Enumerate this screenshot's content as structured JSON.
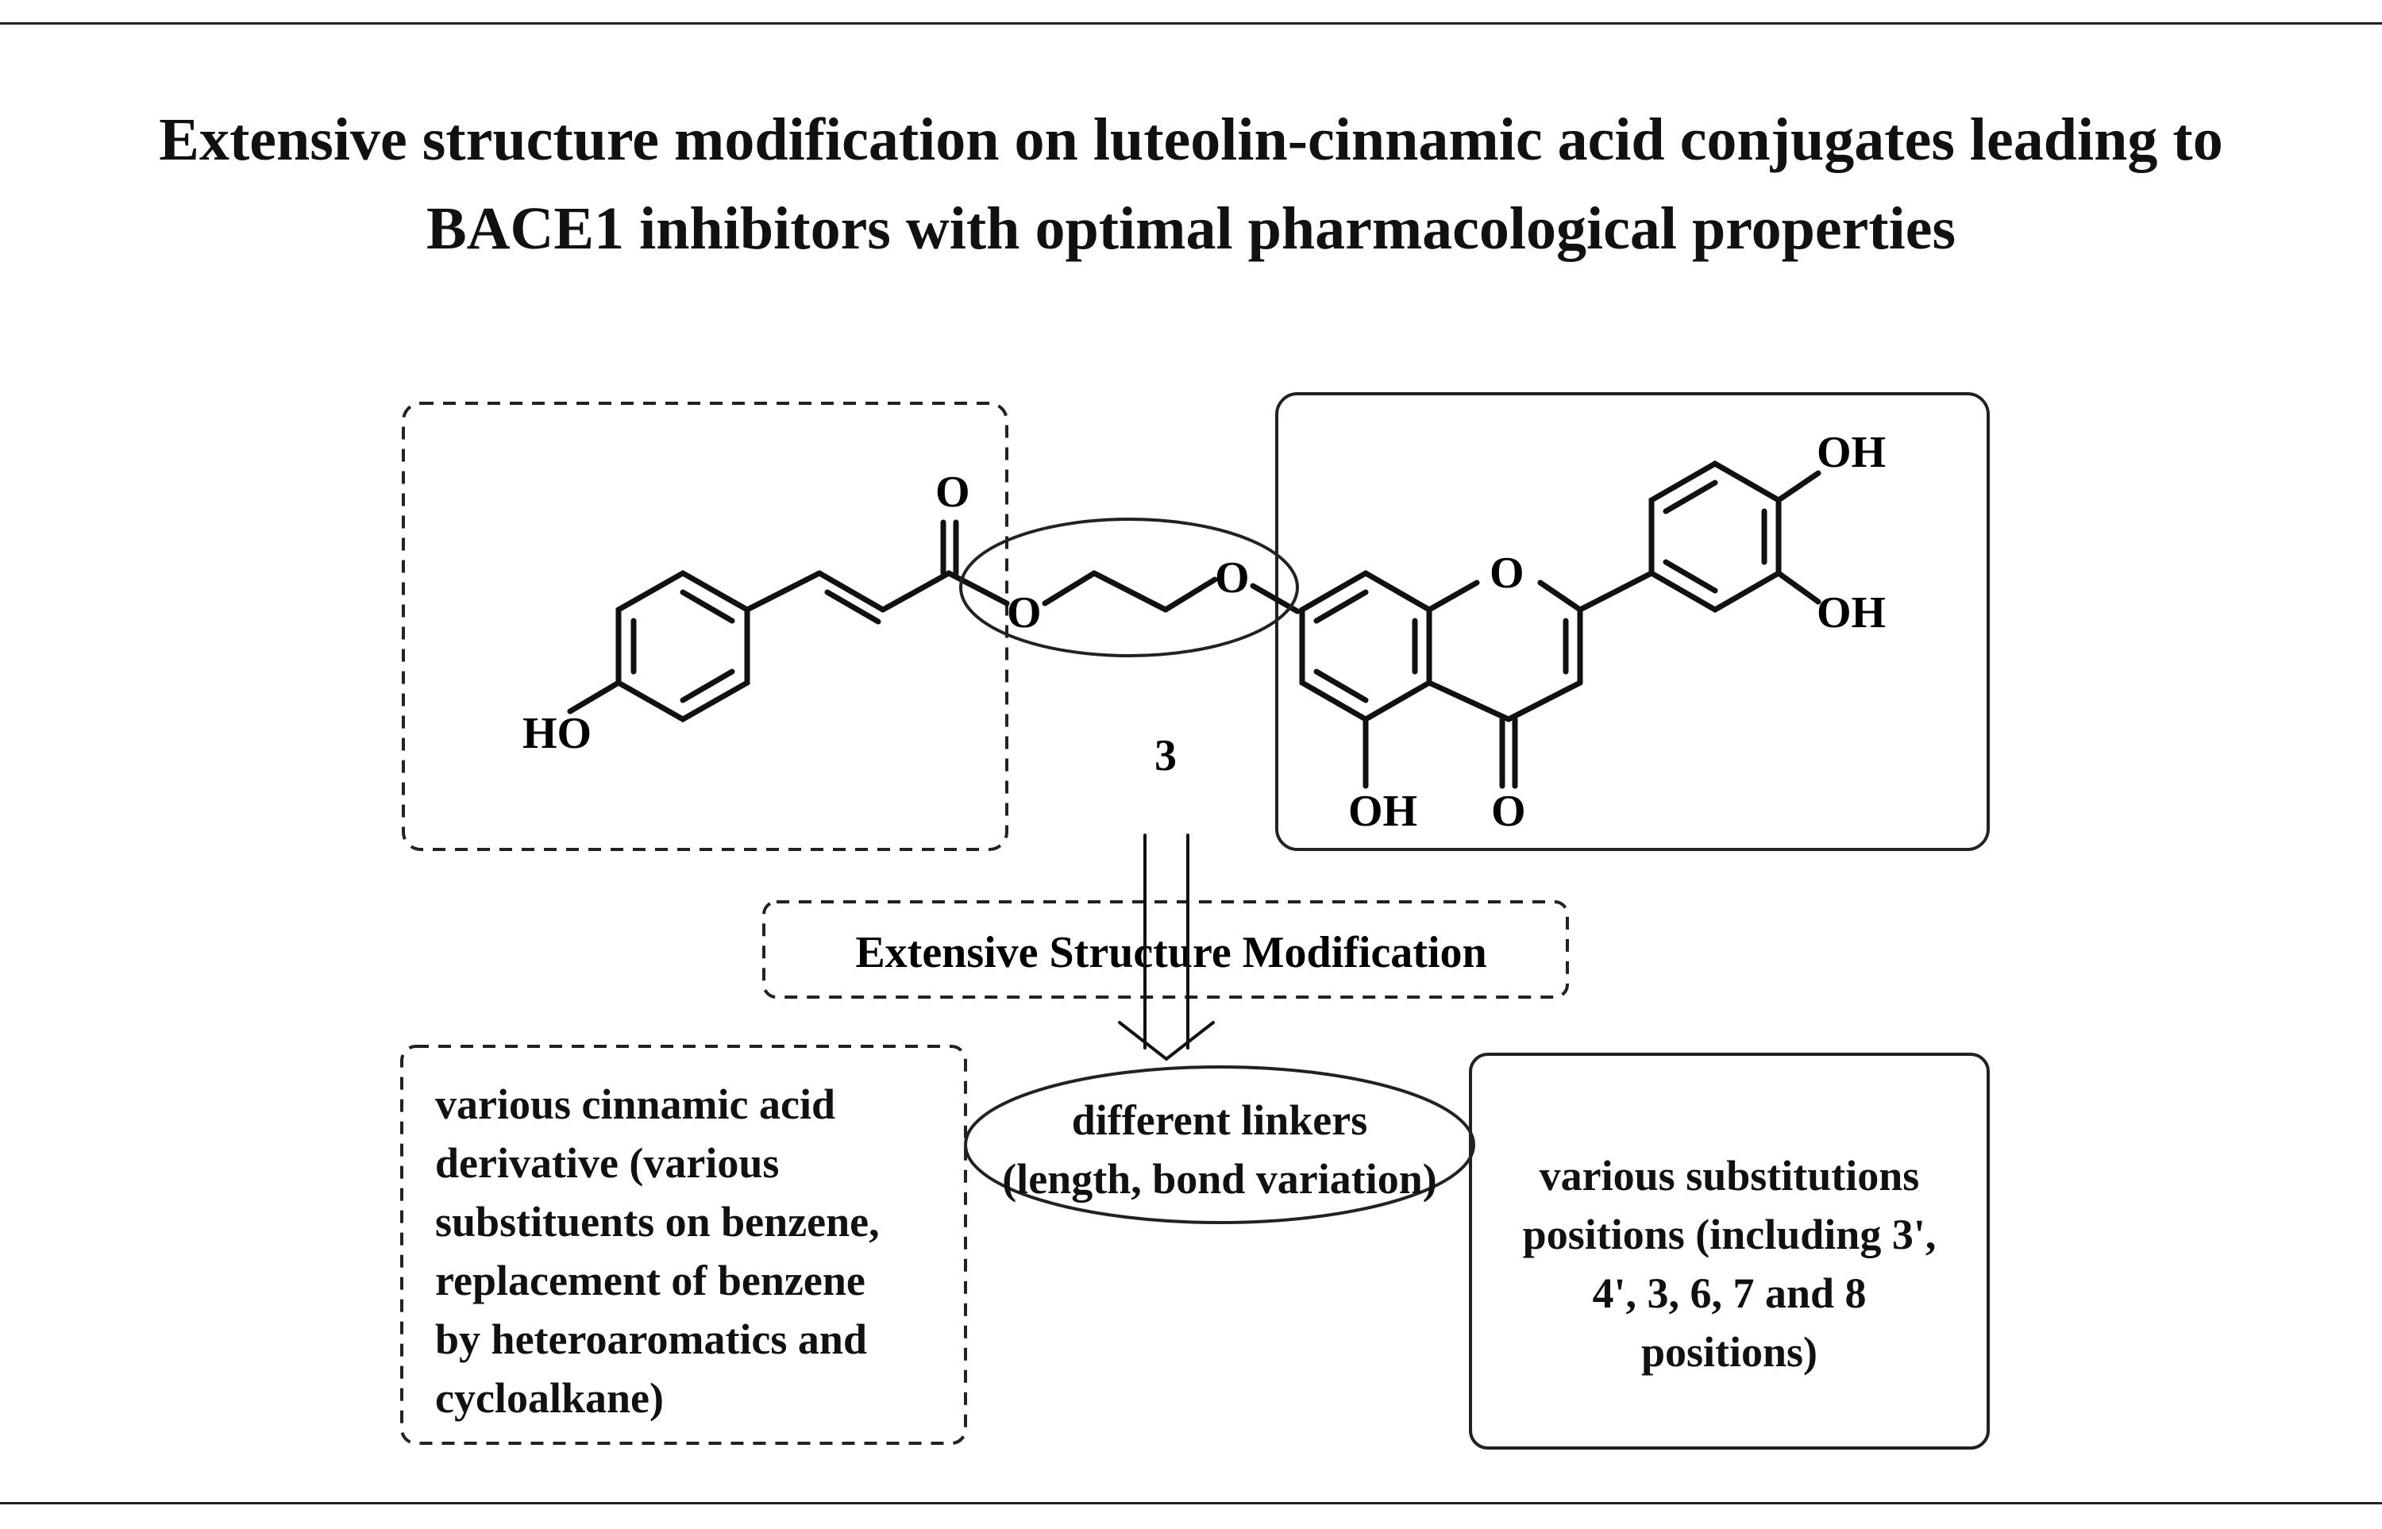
{
  "title": {
    "line1": "Extensive structure modification on luteolin-cinnamic acid conjugates leading to",
    "line2": "BACE1 inhibitors with optimal pharmacological properties"
  },
  "structure": {
    "compound_number": "3",
    "atom_labels": {
      "ho_left": "HO",
      "carbonyl_o": "O",
      "ester_o": "O",
      "ether_o": "O",
      "ring_o": "O",
      "oh_top": "OH",
      "oh_mid": "OH",
      "oh_bottom": "OH",
      "ketone_o": "O"
    }
  },
  "modification_label": "Extensive Structure Modification",
  "boxes": {
    "cinnamic": {
      "lines": [
        "various  cinnamic acid",
        "derivative (various",
        "substituents on benzene,",
        "replacement of benzene",
        "by heteroaromatics and",
        "cycloalkane)"
      ]
    },
    "linker": {
      "lines": [
        "different linkers",
        "(length, bond variation)"
      ]
    },
    "flavone": {
      "lines": [
        "various  substitutions",
        "positions (including 3',",
        "4', 3, 6, 7 and 8",
        "positions)"
      ]
    }
  }
}
